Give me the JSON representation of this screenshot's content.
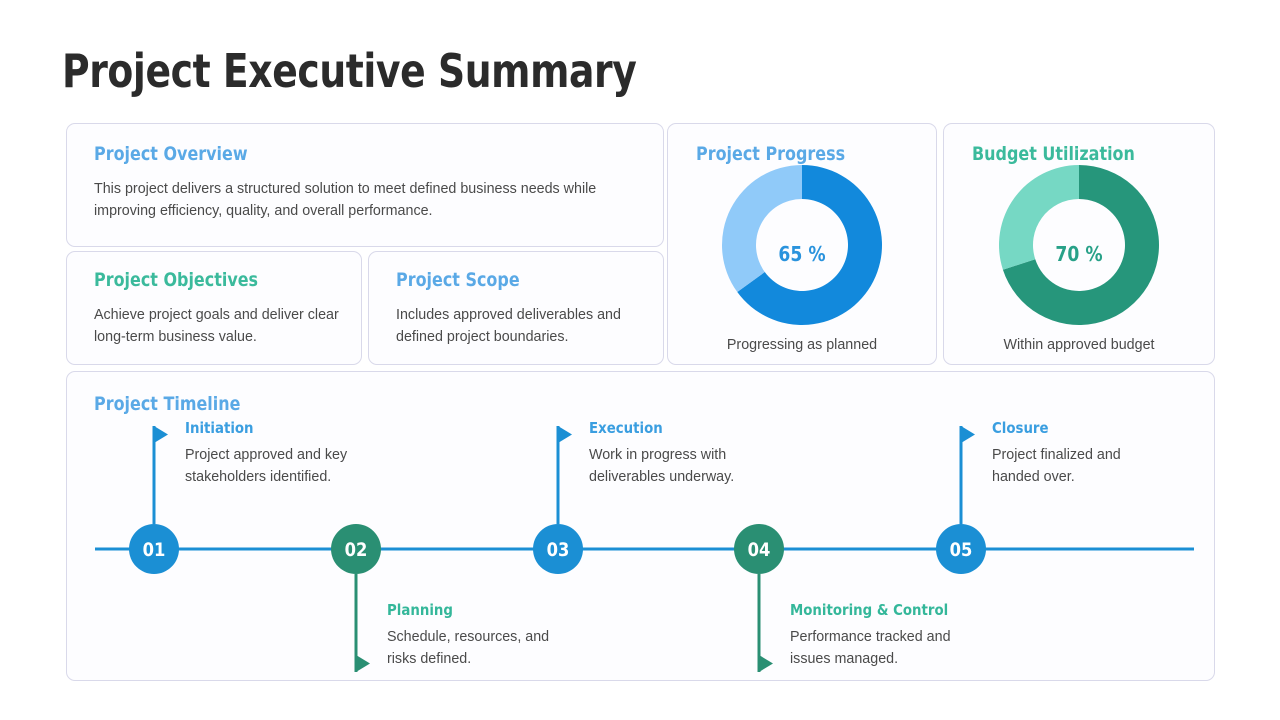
{
  "page_title": "Project Executive Summary",
  "colors": {
    "heading_blue": "#5aa9e6",
    "heading_green": "#3bba9c",
    "timeline_blue": "#1b8fd4",
    "timeline_green": "#2a8f73",
    "donut_blue_fill": "#1289dc",
    "donut_blue_track": "#90caf9",
    "donut_green_fill": "#26967b",
    "donut_green_track": "#76d8c4",
    "card_border": "#d9d9ea",
    "body_text": "#4a4a4a"
  },
  "cards": {
    "overview": {
      "title": "Project Overview",
      "body": "This project delivers a structured solution to meet defined business needs while improving efficiency, quality, and overall performance."
    },
    "objectives": {
      "title": "Project Objectives",
      "body": "Achieve project goals and deliver clear long-term business value."
    },
    "scope": {
      "title": "Project Scope",
      "body": "Includes approved deliverables and defined project boundaries."
    }
  },
  "chart_data": [
    {
      "type": "pie",
      "title": "Project Progress",
      "center_label": "65 %",
      "caption": "Progressing as planned",
      "categories": [
        "Completed",
        "Remaining"
      ],
      "values": [
        65,
        35
      ],
      "colors": [
        "#1289dc",
        "#90caf9"
      ],
      "start_angle": 0,
      "direction": "clockwise",
      "inner_radius_ratio": 0.575,
      "legend": "none"
    },
    {
      "type": "pie",
      "title": "Budget Utilization",
      "center_label": "70 %",
      "caption": "Within approved budget",
      "categories": [
        "Utilized",
        "Remaining"
      ],
      "values": [
        70,
        30
      ],
      "colors": [
        "#26967b",
        "#76d8c4"
      ],
      "start_angle": 0,
      "direction": "clockwise",
      "inner_radius_ratio": 0.575,
      "legend": "none"
    }
  ],
  "timeline": {
    "title": "Project Timeline",
    "milestones": [
      {
        "number": "01",
        "label": "Initiation",
        "description": "Project approved and key stakeholders identified.",
        "position": "above",
        "color": "blue"
      },
      {
        "number": "02",
        "label": "Planning",
        "description": "Schedule, resources, and risks defined.",
        "position": "below",
        "color": "green"
      },
      {
        "number": "03",
        "label": "Execution",
        "description": "Work in progress with deliverables underway.",
        "position": "above",
        "color": "blue"
      },
      {
        "number": "04",
        "label": "Monitoring & Control",
        "description": "Performance tracked and issues managed.",
        "position": "below",
        "color": "green"
      },
      {
        "number": "05",
        "label": "Closure",
        "description": "Project finalized and handed over.",
        "position": "above",
        "color": "blue"
      }
    ]
  }
}
